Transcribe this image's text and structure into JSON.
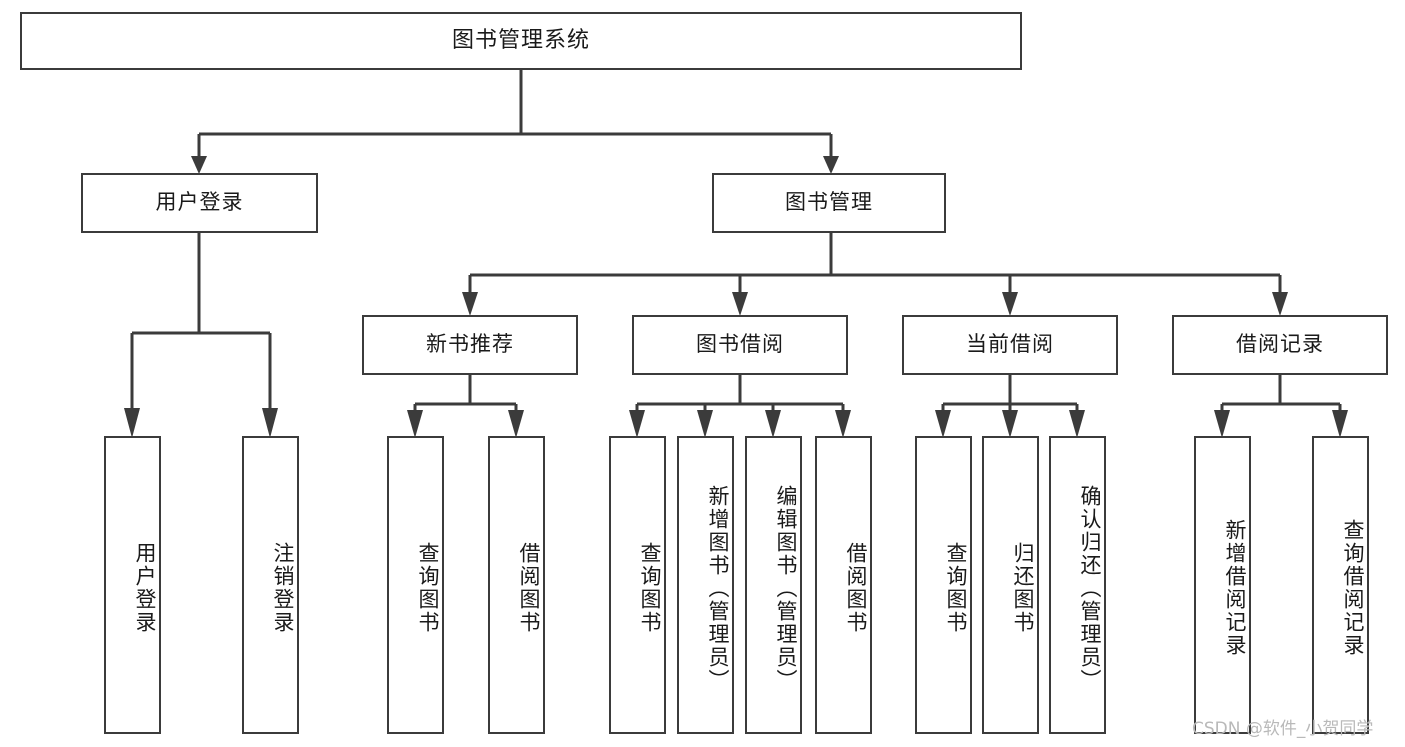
{
  "diagram": {
    "title": "图书管理系统",
    "type": "tree",
    "background": "#ffffff",
    "line_color": "#3b3b3b",
    "box_border_color": "#3b3b3b",
    "text_color": "#1a1a1a",
    "watermark_color": "#b9b9b9"
  },
  "watermark": "CSDN @软件_小贺同学",
  "nodes": {
    "root": {
      "label": "图书管理系统"
    },
    "level1": [
      {
        "id": "user-login",
        "label": "用户登录"
      },
      {
        "id": "book-manage",
        "label": "图书管理"
      }
    ],
    "level2": [
      {
        "id": "new-book-recommend",
        "label": "新书推荐"
      },
      {
        "id": "book-borrow",
        "label": "图书借阅"
      },
      {
        "id": "current-borrow",
        "label": "当前借阅"
      },
      {
        "id": "borrow-record",
        "label": "借阅记录"
      }
    ],
    "leaves": {
      "user_login": [
        {
          "id": "leaf-user-login",
          "label": "用户登录"
        },
        {
          "id": "leaf-logout-login",
          "label": "注销登录"
        }
      ],
      "new_book_recommend": [
        {
          "id": "leaf-query-book-1",
          "label": "查询图书"
        },
        {
          "id": "leaf-borrow-book-1",
          "label": "借阅图书"
        }
      ],
      "book_borrow": [
        {
          "id": "leaf-query-book-2",
          "label": "查询图书"
        },
        {
          "id": "leaf-add-book",
          "label": "新增图书（管理员）"
        },
        {
          "id": "leaf-edit-book",
          "label": "编辑图书（管理员）"
        },
        {
          "id": "leaf-borrow-book-2",
          "label": "借阅图书"
        }
      ],
      "current_borrow": [
        {
          "id": "leaf-query-book-3",
          "label": "查询图书"
        },
        {
          "id": "leaf-return-book",
          "label": "归还图书"
        },
        {
          "id": "leaf-confirm-return",
          "label": "确认归还（管理员）"
        }
      ],
      "borrow_record": [
        {
          "id": "leaf-add-record",
          "label": "新增借阅记录"
        },
        {
          "id": "leaf-query-record",
          "label": "查询借阅记录"
        }
      ]
    }
  }
}
